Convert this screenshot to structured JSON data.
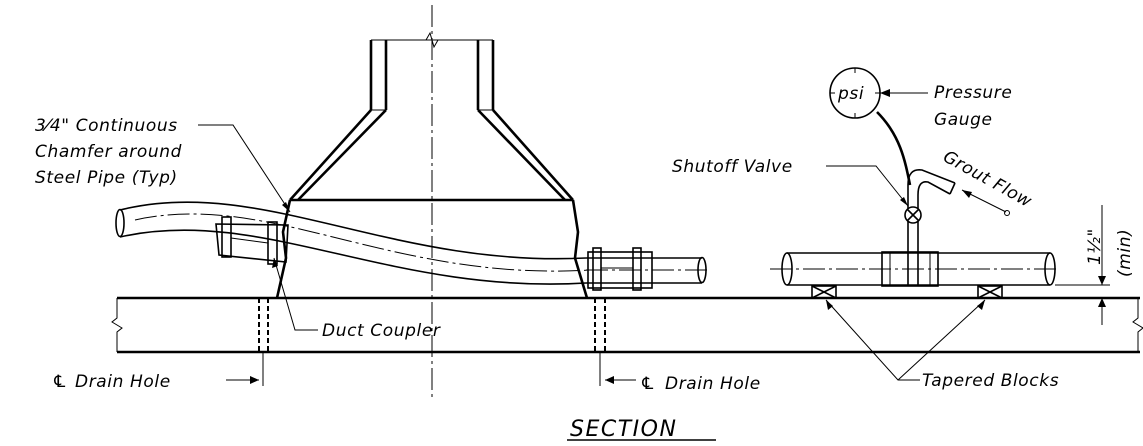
{
  "labels": {
    "chamfer_fraction": "3⁄4\"",
    "chamfer_line1": " Continuous",
    "chamfer_line2": "Chamfer around",
    "chamfer_line3": "Steel Pipe (Typ)",
    "duct_coupler": "Duct Coupler",
    "drain_hole_left": "Drain Hole",
    "drain_hole_right": "Drain Hole",
    "centerline_symbol": "℄",
    "tapered_blocks": "Tapered Blocks",
    "shutoff_valve": "Shutoff Valve",
    "pressure_gauge_line1": "Pressure",
    "pressure_gauge_line2": "Gauge",
    "gauge_face": "psi",
    "grout_flow": "Grout Flow",
    "clearance_value": "1½\"",
    "clearance_note": "(min)",
    "section_title": "SECTION"
  }
}
